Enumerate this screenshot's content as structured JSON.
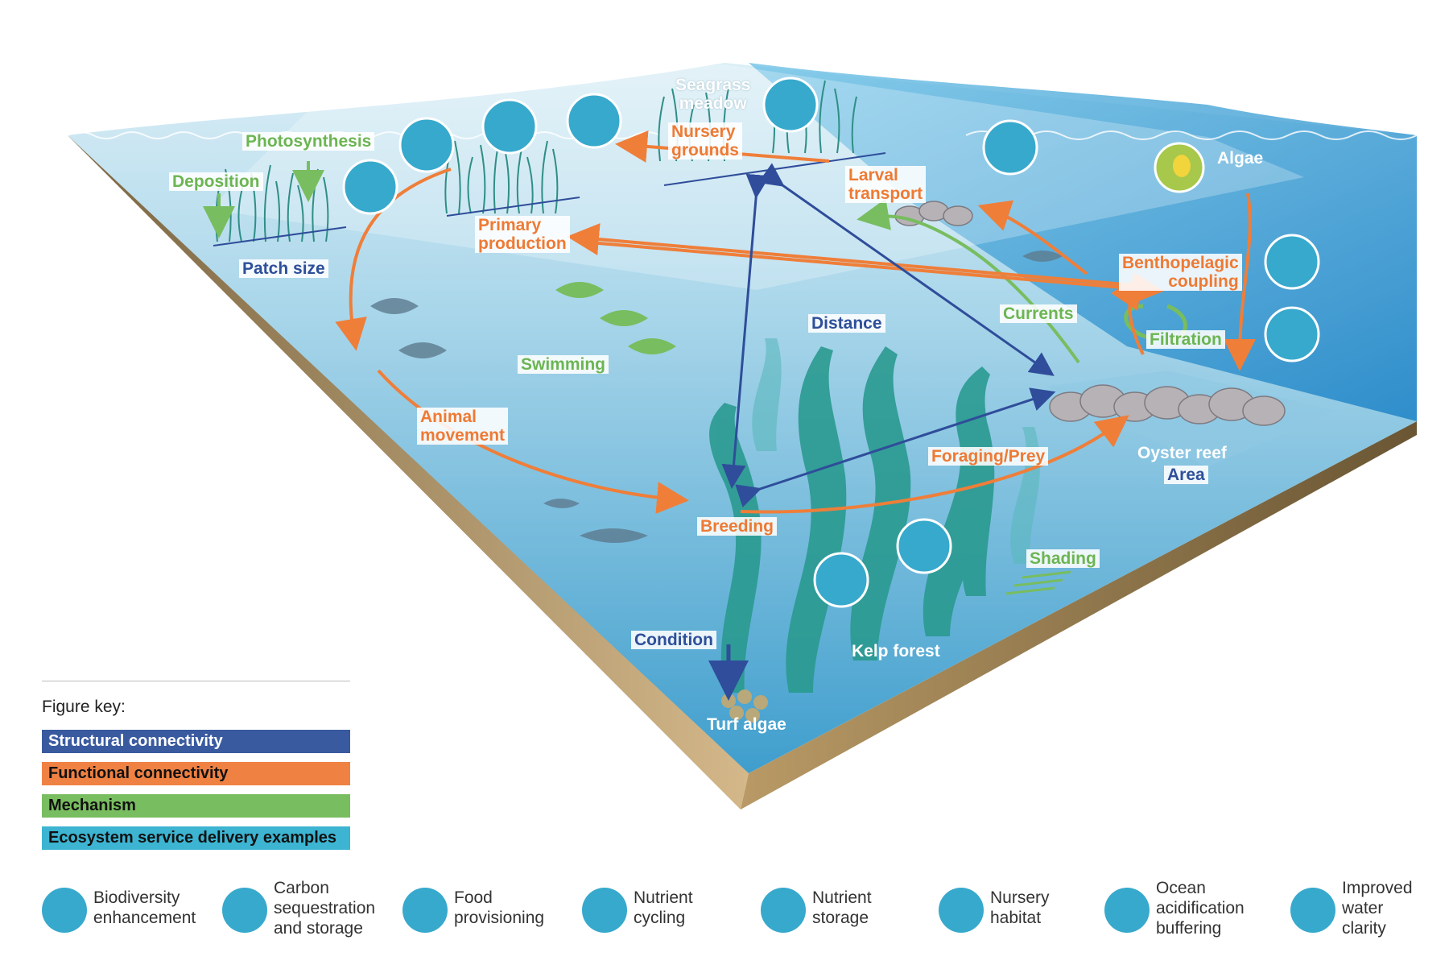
{
  "labels": {
    "photosynthesis": "Photosynthesis",
    "deposition": "Deposition",
    "patch_size": "Patch size",
    "primary_production_1": "Primary",
    "primary_production_2": "production",
    "seagrass_meadow_1": "Seagrass",
    "seagrass_meadow_2": "meadow",
    "nursery_grounds_1": "Nursery",
    "nursery_grounds_2": "grounds",
    "larval_transport_1": "Larval",
    "larval_transport_2": "transport",
    "algae": "Algae",
    "benthopelagic_1": "Benthopelagic",
    "benthopelagic_2": "coupling",
    "currents": "Currents",
    "filtration": "Filtration",
    "distance": "Distance",
    "swimming": "Swimming",
    "animal_movement_1": "Animal",
    "animal_movement_2": "movement",
    "foraging_prey": "Foraging/Prey",
    "oyster_reef": "Oyster reef",
    "area": "Area",
    "breeding": "Breeding",
    "shading": "Shading",
    "condition": "Condition",
    "kelp_forest": "Kelp forest",
    "turf_algae": "Turf algae"
  },
  "figure_key": {
    "title": "Figure key:",
    "items": [
      {
        "label": "Structural connectivity",
        "color": "#3a5aa0"
      },
      {
        "label": "Functional connectivity",
        "color": "#ef8143"
      },
      {
        "label": "Mechanism",
        "color": "#78bd5f"
      },
      {
        "label": "Ecosystem service delivery examples",
        "color": "#3cb4d2"
      }
    ]
  },
  "legend": [
    {
      "icon": "biodiversity-icon",
      "lines": [
        "Biodiversity",
        "enhancement"
      ]
    },
    {
      "icon": "carbon-storage-icon",
      "lines": [
        "Carbon",
        "sequestration",
        "and storage"
      ]
    },
    {
      "icon": "food-provisioning-icon",
      "lines": [
        "Food",
        "provisioning"
      ]
    },
    {
      "icon": "nutrient-cycling-icon",
      "lines": [
        "Nutrient",
        "cycling"
      ]
    },
    {
      "icon": "nutrient-storage-icon",
      "lines": [
        "Nutrient",
        "storage"
      ]
    },
    {
      "icon": "nursery-habitat-icon",
      "lines": [
        "Nursery",
        "habitat"
      ]
    },
    {
      "icon": "ocean-acidification-icon",
      "lines": [
        "Ocean",
        "acidification",
        "buffering"
      ]
    },
    {
      "icon": "water-clarity-icon",
      "lines": [
        "Improved",
        "water",
        "clarity"
      ]
    }
  ],
  "colors": {
    "structural": "#3a5aa0",
    "functional": "#ef8143",
    "mechanism": "#78bd5f",
    "service": "#3cb4d2",
    "sea_floor": "#e8f4fa",
    "water": "#4fb0da",
    "sediment": "#c8a978"
  }
}
